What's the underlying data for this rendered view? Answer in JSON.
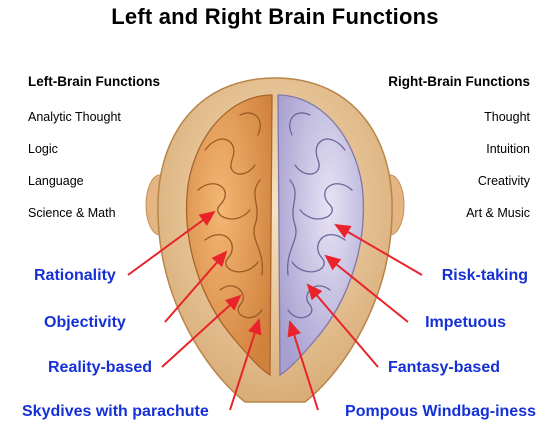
{
  "title": "Left and Right Brain Functions",
  "left": {
    "heading": "Left-Brain Functions",
    "items": [
      "Analytic Thought",
      "Logic",
      "Language",
      "Science & Math"
    ],
    "traits": [
      "Rationality",
      "Objectivity",
      "Reality-based",
      "Skydives with parachute"
    ]
  },
  "right": {
    "heading": "Right-Brain Functions",
    "items": [
      "Thought",
      "Intuition",
      "Creativity",
      "Art & Music"
    ],
    "traits": [
      "Risk-taking",
      "Impetuous",
      "Fantasy-based",
      "Pompous Windbag-iness"
    ]
  },
  "colors": {
    "trait_text": "#1531d6",
    "arrow": "#e8232a",
    "left_hemisphere": "#e9a15c",
    "right_hemisphere": "#c9c3e3",
    "skull": "#f1d3a8"
  },
  "icons": [
    "brain-illustration",
    "arrow"
  ]
}
